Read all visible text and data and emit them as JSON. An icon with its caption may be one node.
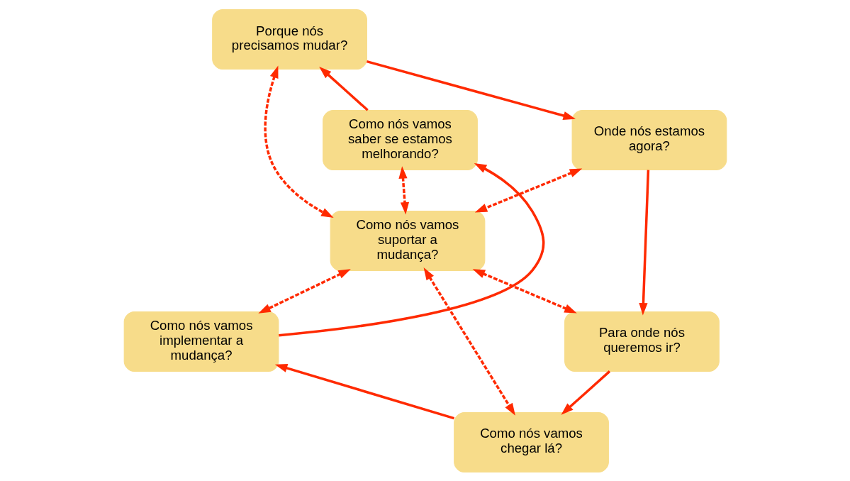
{
  "diagram": {
    "nodes": [
      {
        "text": [
          "Porque nós precisamos mudar?"
        ]
      },
      {
        "text": [
          "Onde nós estamos agora?"
        ]
      },
      {
        "text": [
          "Como nós vamos saber se estamos melhorando?"
        ]
      },
      {
        "text": [
          "Como nós vamos suportar a mudança?"
        ]
      },
      {
        "text": [
          "Para onde nós queremos ir?"
        ]
      },
      {
        "text": [
          "Como nós vamos implementar a mudança?"
        ]
      },
      {
        "text": [
          "Como nós vamos chegar lá?"
        ]
      }
    ],
    "edges": [
      {
        "from": 0,
        "to": 1,
        "arrow": "to"
      },
      {
        "from": 1,
        "to": 4,
        "arrow": "to"
      },
      {
        "from": 4,
        "to": 6,
        "arrow": "to"
      },
      {
        "from": 6,
        "to": 5,
        "arrow": "to"
      },
      {
        "from": 5,
        "to": 2,
        "arrow": "to"
      },
      {
        "from": 2,
        "to": 0,
        "arrow": "to"
      },
      {
        "from": 0,
        "to": 3,
        "arrow": "both",
        "style": "dashed"
      },
      {
        "from": 1,
        "to": 3,
        "arrow": "both",
        "style": "dashed"
      },
      {
        "from": 2,
        "to": 3,
        "arrow": "both",
        "style": "dashed"
      },
      {
        "from": 3,
        "to": 4,
        "arrow": "both",
        "style": "dashed"
      },
      {
        "from": 3,
        "to": 5,
        "arrow": "both",
        "style": "dashed"
      },
      {
        "from": 3,
        "to": 6,
        "arrow": "both",
        "style": "dashed"
      }
    ]
  }
}
